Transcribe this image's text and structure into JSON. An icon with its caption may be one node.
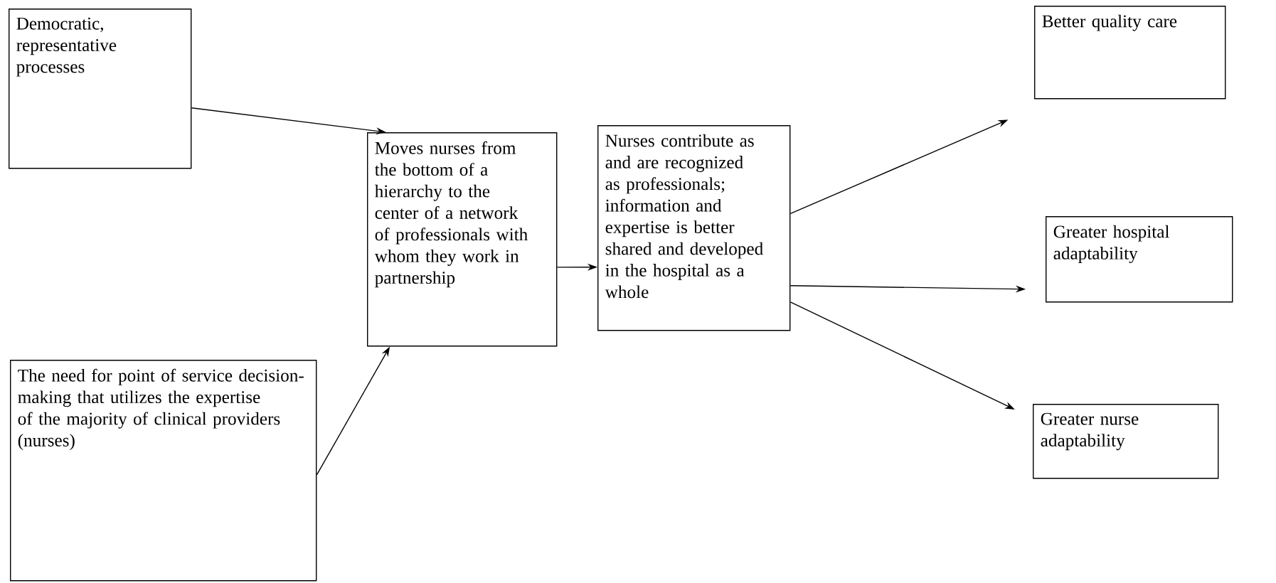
{
  "diagram": {
    "nodes": [
      {
        "text": [
          "Democratic, representative processes"
        ]
      },
      {
        "text": [
          "The need for point of service decision-making that utilizes the expertise of the majority of clinical providers (nurses)"
        ]
      },
      {
        "text": [
          "Moves nurses from the bottom of a hierarchy to the center of a network of professionals with whom they work in partnership"
        ]
      },
      {
        "text": [
          "Nurses contribute as and are recognized as professionals; information and expertise is better shared and developed in the hospital as a whole"
        ]
      },
      {
        "text": [
          "Better quality care"
        ]
      },
      {
        "text": [
          "Greater hospital adaptability"
        ]
      },
      {
        "text": [
          "Greater nurse adaptability"
        ]
      }
    ],
    "edges": [
      {
        "from": 0,
        "to": 2,
        "arrow": "to"
      },
      {
        "from": 1,
        "to": 2,
        "arrow": "to"
      },
      {
        "from": 2,
        "to": 3,
        "arrow": "to"
      },
      {
        "from": 3,
        "to": 4,
        "arrow": "to"
      },
      {
        "from": 3,
        "to": 5,
        "arrow": "to"
      },
      {
        "from": 3,
        "to": 6,
        "arrow": "to"
      }
    ]
  }
}
